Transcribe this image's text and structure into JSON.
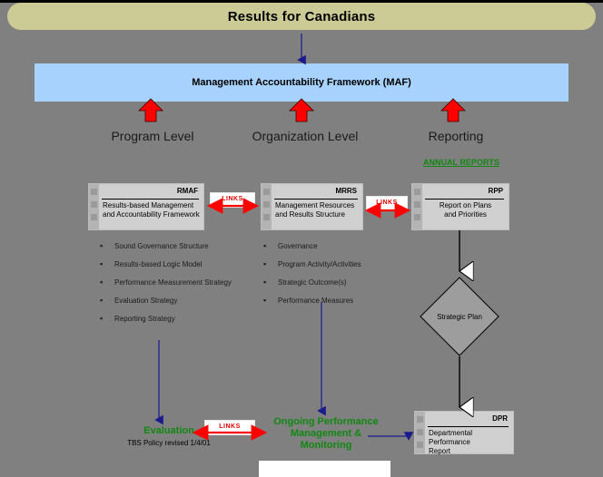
{
  "banner": {
    "title": "Results for Canadians"
  },
  "maf": {
    "label": "Management Accountability Framework (MAF)"
  },
  "levels": [
    {
      "label": "Program Level"
    },
    {
      "label": "Organization Level"
    },
    {
      "label": "Reporting"
    }
  ],
  "annual_reports": {
    "label": "ANNUAL REPORTS"
  },
  "documents": [
    {
      "acronym": "RMAF",
      "line1": "Results-based Management",
      "line2": "and Accountability Framework"
    },
    {
      "acronym": "MRRS",
      "line1": "Management Resources",
      "line2": "and Results Structure"
    },
    {
      "acronym": "RPP",
      "line1": "Report on Plans",
      "line2": "and Priorities"
    },
    {
      "acronym": "DPR",
      "line1": "Departmental Performance",
      "line2": "Report"
    }
  ],
  "links": [
    {
      "label": "LINKS"
    },
    {
      "label": "LINKS"
    },
    {
      "label": "LINKS"
    }
  ],
  "bullets_program": [
    "Sound Governance Structure",
    "Results-based Logic Model",
    "Performance Measurement Strategy",
    "Evaluation Strategy",
    "Reporting Strategy"
  ],
  "bullets_organization": [
    "Governance",
    "Program Activity/Activities",
    "Strategic Outcome(s)",
    "Performance Measures"
  ],
  "bullet_marker": "▪",
  "strategic_plan": {
    "label": "Strategic Plan"
  },
  "evaluation": {
    "title": "Evaluation",
    "subtitle": "TBS Policy revised 1/4/01"
  },
  "ongoing": {
    "line1": "Ongoing Performance",
    "line2": "Management &",
    "line3": "Monitoring"
  },
  "colors": {
    "background": "#808080",
    "banner": "#cccb96",
    "maf_box": "#a6d2fd",
    "doc_box": "#d0d0d0",
    "doc_spine": "#b4b4b4",
    "arrow_red": "#ff0000",
    "arrow_navy": "#1a1a8c",
    "green_text": "#118811",
    "links_text": "#e00000"
  }
}
